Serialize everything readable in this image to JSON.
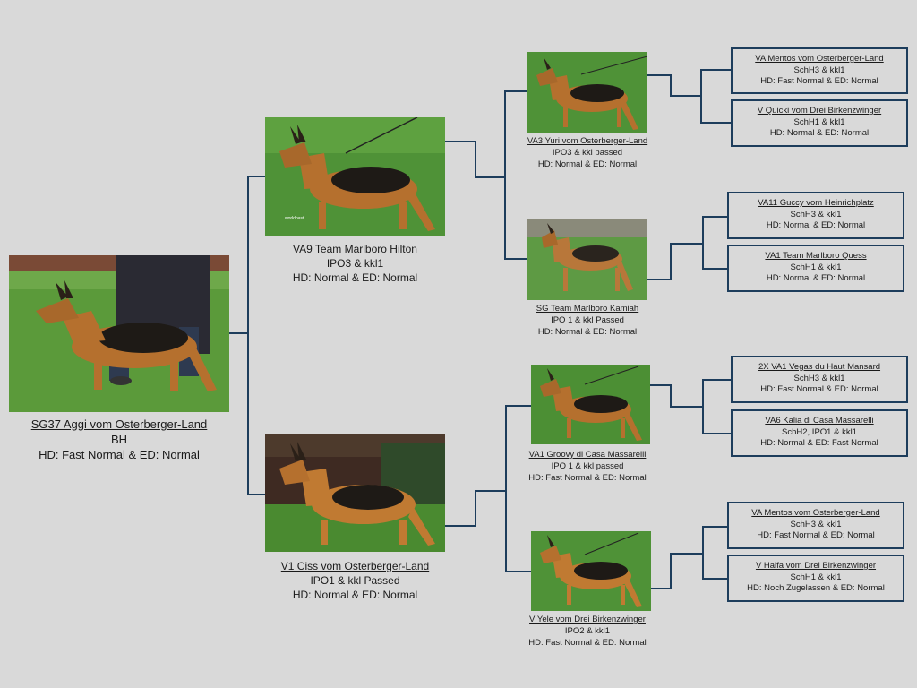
{
  "subject": {
    "name": "SG37 Aggi vom Osterberger-Land",
    "line1": "BH",
    "line2": "HD: Fast Normal & ED: Normal"
  },
  "sire": {
    "name": "VA9 Team Marlboro Hilton",
    "line1": "IPO3 & kkl1",
    "line2": "HD: Normal & ED: Normal",
    "watermark": "worldpast"
  },
  "dam": {
    "name": "V1 Ciss vom Osterberger-Land",
    "line1": "IPO1 & kkl Passed",
    "line2": "HD: Normal & ED: Normal"
  },
  "sire_sire": {
    "name": "VA3 Yuri vom Osterberger-Land",
    "line1": "IPO3 & kkl passed",
    "line2": "HD: Normal & ED: Normal"
  },
  "sire_dam": {
    "name": "SG Team Marlboro Kamiah",
    "line1": "IPO 1 & kkl Passed",
    "line2": "HD: Normal & ED: Normal"
  },
  "dam_sire": {
    "name": "VA1 Groovy di Casa Massarelli",
    "line1": "IPO 1 & kkl passed",
    "line2": "HD: Fast Normal & ED: Normal"
  },
  "dam_dam": {
    "name": "V Yele vom Drei Birkenzwinger",
    "line1": "IPO2 & kkl1",
    "line2": "HD: Fast Normal & ED: Normal"
  },
  "great_grandparents": [
    {
      "name": "VA Mentos vom Osterberger-Land",
      "line1": "SchH3 & kkl1",
      "line2": "HD: Fast Normal & ED: Normal"
    },
    {
      "name": "V Quicki vom Drei Birkenzwinger",
      "line1": "SchH1 & kkl1",
      "line2": "HD: Normal & ED: Normal"
    },
    {
      "name": "VA11 Guccy vom Heinrichplatz",
      "line1": "SchH3 & kkl1",
      "line2": "HD: Normal & ED: Normal"
    },
    {
      "name": "VA1 Team Marlboro Quess",
      "line1": "SchH1 & kkl1",
      "line2": "HD: Normal & ED: Normal"
    },
    {
      "name": "2X VA1 Vegas du Haut Mansard",
      "line1": "SchH3 & kkl1",
      "line2": "HD: Fast Normal & ED: Normal"
    },
    {
      "name": "VA6 Kalia di Casa Massarelli",
      "line1": "SchH2, IPO1 & kkl1",
      "line2": "HD: Normal & ED: Fast Normal"
    },
    {
      "name": "VA Mentos vom Osterberger-Land",
      "line1": "SchH3 & kkl1",
      "line2": "HD: Fast Normal & ED: Normal"
    },
    {
      "name": "V Haifa vom Drei Birkenzwinger",
      "line1": "SchH1 & kkl1",
      "line2": "HD: Noch Zugelassen & ED: Normal"
    }
  ],
  "colors": {
    "connector": "#1d3d5c",
    "background": "#d9d9d9",
    "grass": "#5b9a3a",
    "dog_tan": "#b5702e",
    "dog_saddle": "#1e1a16"
  },
  "icons": {
    "dog_photo": "german-shepherd-photo"
  }
}
